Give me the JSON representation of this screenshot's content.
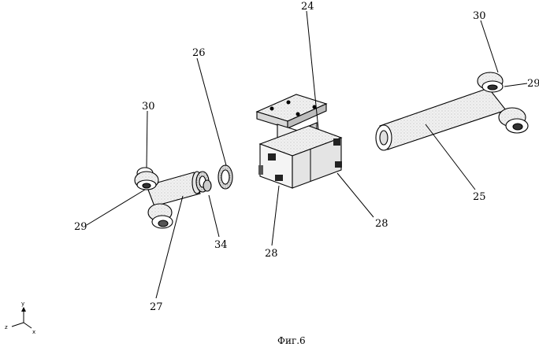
{
  "figure": {
    "caption": "Фиг.6",
    "labels": {
      "l24": "24",
      "l25": "25",
      "l26": "26",
      "l27": "27",
      "l28a": "28",
      "l28b": "28",
      "l29a": "29",
      "l29b": "29",
      "l30a": "30",
      "l30b": "30",
      "l34": "34"
    },
    "axes": {
      "z": "z",
      "y": "y",
      "x": "x"
    }
  }
}
